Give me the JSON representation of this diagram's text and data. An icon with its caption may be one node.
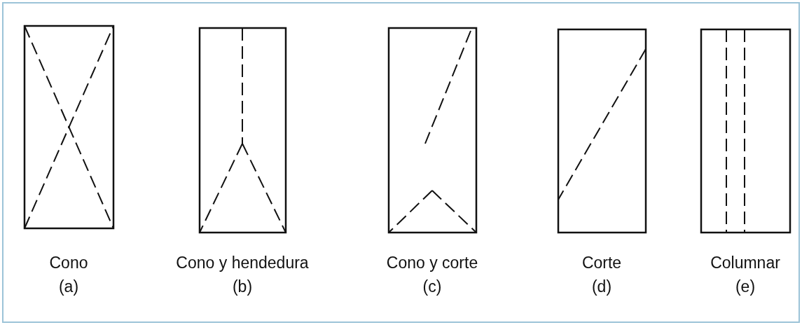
{
  "diagram": {
    "labels": [
      "Cono",
      "(a)",
      "Cono y hendedura",
      "(b)",
      "Cono y corte",
      "(c)",
      "Corte",
      "(d)",
      "Columnar",
      "(e)"
    ]
  }
}
